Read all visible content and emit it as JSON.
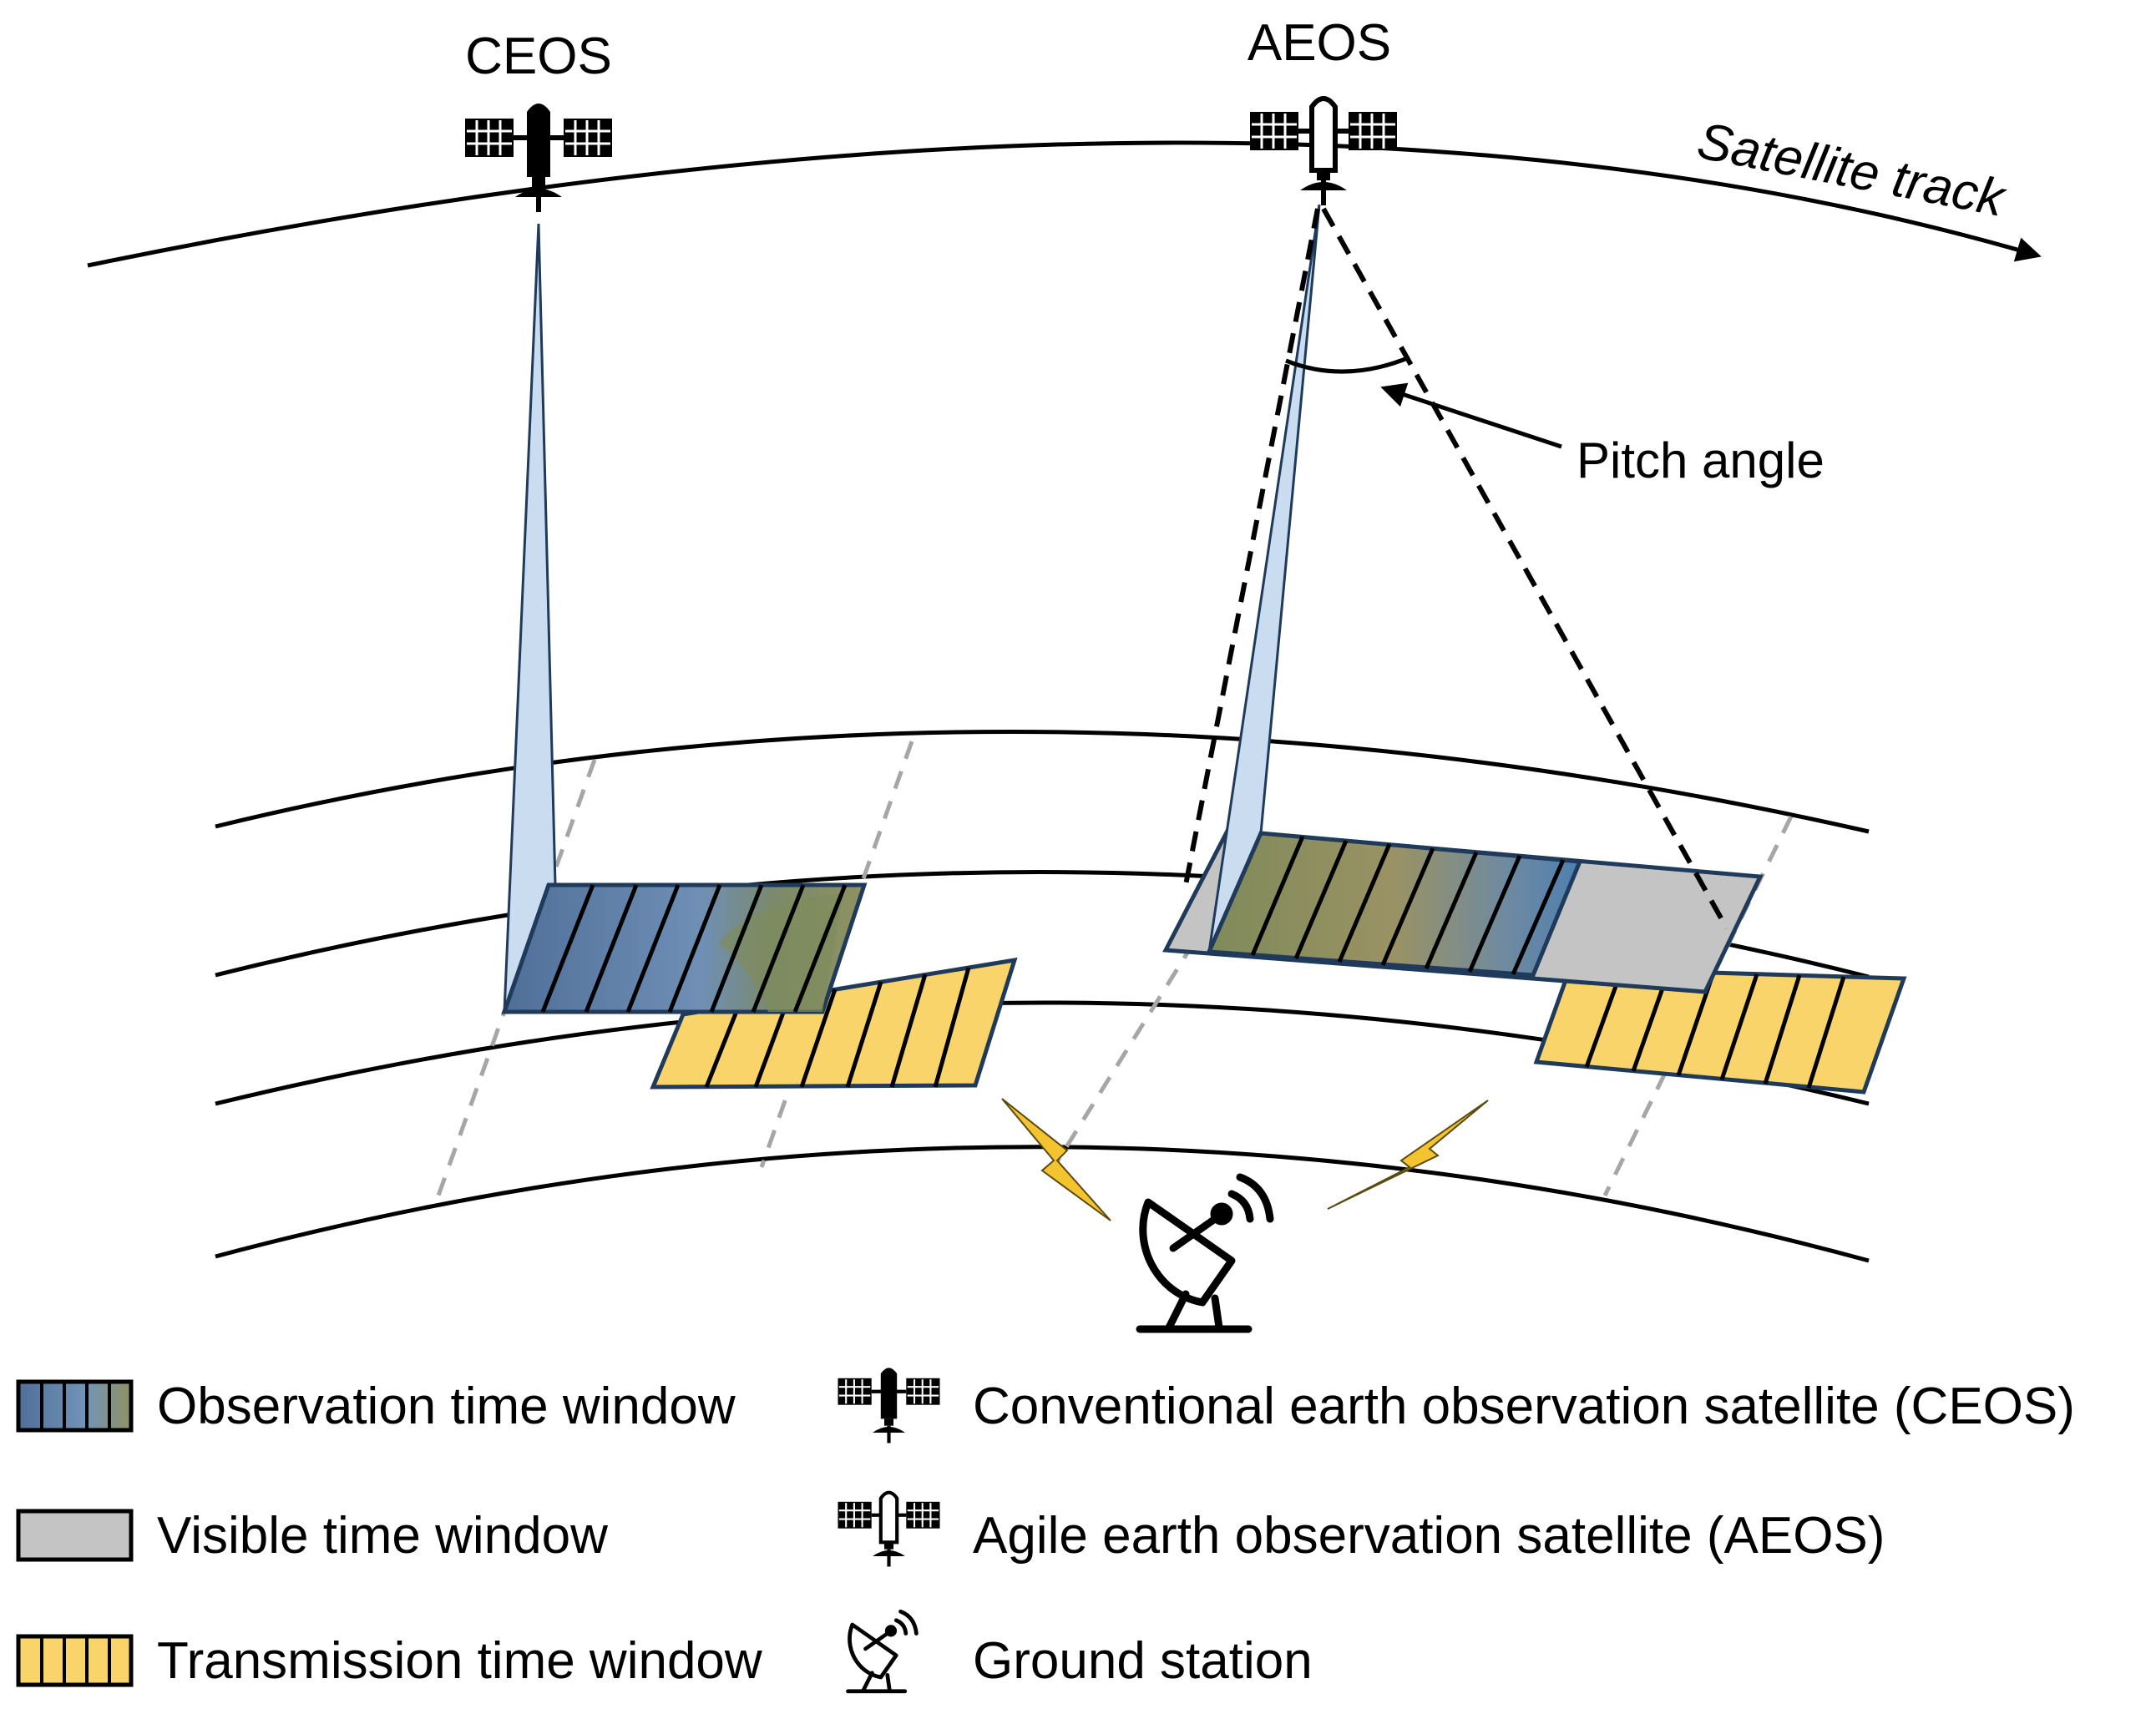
{
  "diagram": {
    "labels": {
      "ceos": "CEOS",
      "aeos": "AEOS",
      "satellite_track": "Satellite track",
      "pitch_angle": "Pitch angle"
    },
    "legend": {
      "observation": "Observation time window",
      "visible": "Visible time window",
      "transmission": "Transmission time window",
      "ceos": "Conventional earth observation satellite (CEOS)",
      "aeos": "Agile earth observation satellite (AEOS)",
      "ground_station": "Ground station"
    },
    "colors": {
      "beam": "#c9dcf0",
      "visible": "#c4c4c4",
      "transmission": "#f8d46a",
      "observation_water": "#5d7fa8",
      "observation_land": "#8a9464",
      "bolt": "#f4c430"
    },
    "icons": [
      "satellite-icon",
      "ground-station-icon",
      "lightning-icon"
    ]
  }
}
